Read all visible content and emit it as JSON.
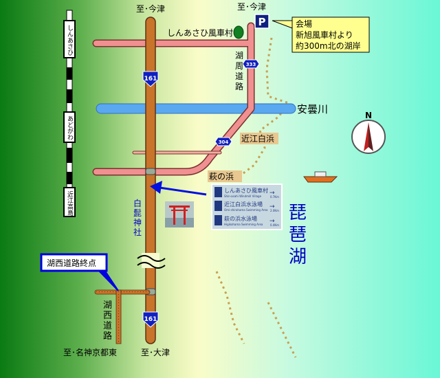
{
  "directions": {
    "north_imazu_1": "至･今津",
    "north_imazu_2": "至･今津",
    "south_otsu": "至･大津",
    "south_meishin": "至･名神京都東"
  },
  "railway": {
    "stations": [
      "しんあさひ",
      "あどがわ",
      "近江高島"
    ]
  },
  "routes": {
    "national_161_a": "161",
    "national_161_b": "161",
    "route_333": "333",
    "route_304": "304"
  },
  "labels": {
    "windmill_village": "しんあさひ風車村",
    "lake_road": [
      "湖",
      "周",
      "道",
      "路"
    ],
    "river": "安曇川",
    "omi_shirahama": "近江白浜",
    "hagi_no_hama": "萩の浜",
    "shrine": [
      "白",
      "髭",
      "神",
      "社"
    ],
    "lake": [
      "琵",
      "琶",
      "湖"
    ],
    "kosei_road": [
      "湖",
      "西",
      "道",
      "路"
    ],
    "kosei_end": "湖西道路終点",
    "compass_n": "N",
    "parking": "P"
  },
  "callout": {
    "lines": [
      "会場",
      "新旭風車村より",
      "約300m北の湖岸"
    ]
  },
  "sign": {
    "rows": [
      {
        "jp": "しんあさひ風車村",
        "en": "Shin-asahi Windmill Village",
        "dist": "0.7Km"
      },
      {
        "jp": "近江白浜水泳場",
        "en": "Omi-shirahama Swimming Area",
        "dist": "2.0Km"
      },
      {
        "jp": "萩の浜水泳場",
        "en": "Higikohama Swimming Area",
        "dist": "0.4Km"
      }
    ]
  },
  "colors": {
    "route161": "#c8742a",
    "pink_road": "#f09090",
    "shield": "#1020c0",
    "label_blue": "#0000c0"
  }
}
